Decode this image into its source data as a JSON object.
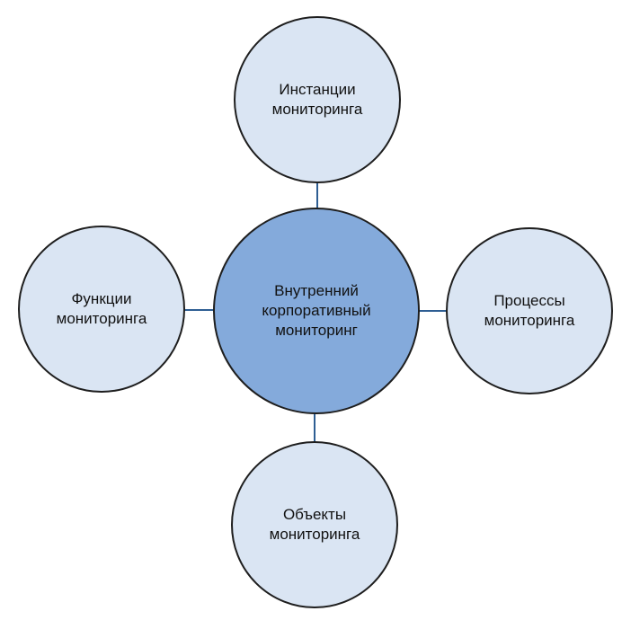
{
  "center": {
    "line1": "Внутренний",
    "line2": "корпоративный",
    "line3": "мониторинг",
    "fill": "#84aadb"
  },
  "nodes": {
    "top": {
      "line1": "Инстанции",
      "line2": "мониторинга"
    },
    "left": {
      "line1": "Функции",
      "line2": "мониторинга"
    },
    "right": {
      "line1": "Процессы",
      "line2": "мониторинга"
    },
    "bottom": {
      "line1": "Объекты",
      "line2": "мониторинга"
    }
  },
  "colors": {
    "outer_fill": "#dae5f3",
    "stroke": "#1e1e1e",
    "connector": "#2e5e93"
  }
}
